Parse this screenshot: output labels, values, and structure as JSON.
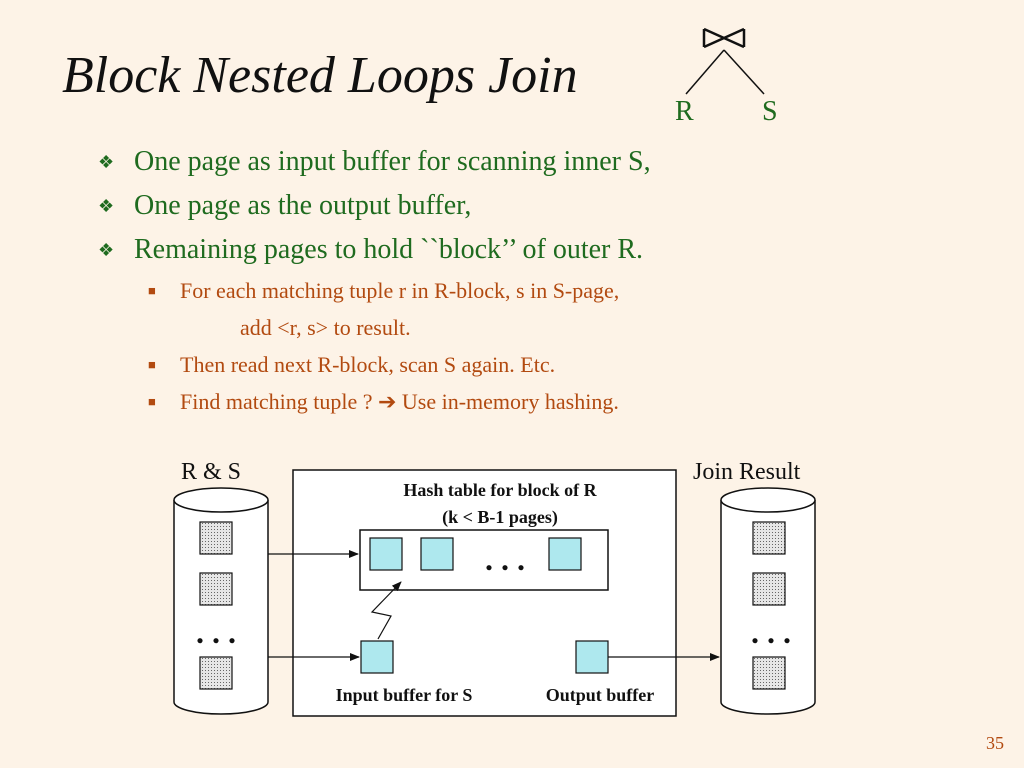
{
  "title": "Block Nested Loops Join",
  "join_tree": {
    "operator_icon": "bowtie-join-icon",
    "left": "R",
    "right": "S"
  },
  "bullets": [
    "One page as input buffer for scanning inner S,",
    "One page as the output buffer,",
    "Remaining pages to hold ``block’’ of outer R."
  ],
  "sub_bullets": {
    "item1_line1": "For each matching tuple r in R-block, s in S-page,",
    "item1_line2": "add   <r, s> to result.",
    "item2": "Then read next R-block, scan S again.  Etc.",
    "item3_prefix": "Find matching tuple ? ",
    "item3_arrow": "➔",
    "item3_suffix": " Use in-memory hashing."
  },
  "diagram": {
    "left_disk_label": "R & S",
    "right_disk_label": "Join Result",
    "hash_table_label_1": "Hash table for block of R",
    "hash_table_label_2": "(k < B-1 pages)",
    "ellipsis": ". . .",
    "input_buffer_label": "Input buffer for S",
    "output_buffer_label": "Output buffer"
  },
  "colors": {
    "background": "#fdf3e7",
    "bullet_green": "#1f6b1f",
    "sub_bullet_orange": "#b24a10",
    "buffer_fill": "#aee8ee"
  },
  "page_number": "35"
}
